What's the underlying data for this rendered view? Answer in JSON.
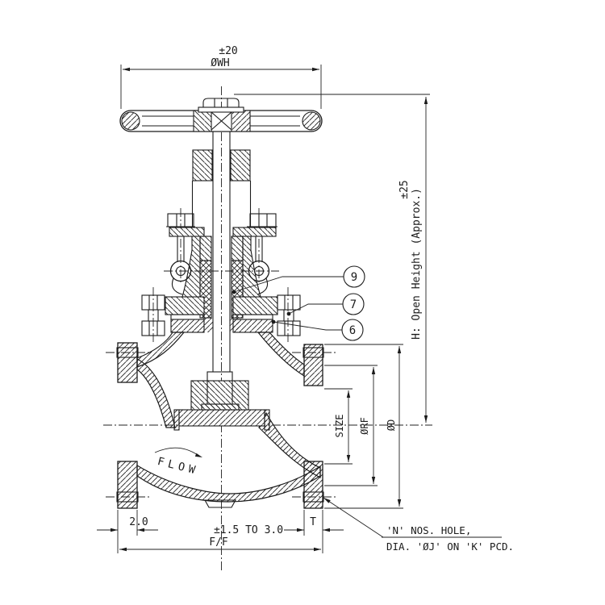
{
  "colors": {
    "line": "#1b1b1b",
    "background": "#ffffff"
  },
  "dimensions": {
    "handwheel_tolerance": "±20",
    "handwheel_dia": "ØWH",
    "height_tolerance": "±25",
    "open_height": "H: Open Height (Approx.)",
    "size": "SIZE",
    "raised_face_dia": "ØRF",
    "flange_od": "ØD",
    "flange_edge": "2.0",
    "ff_tolerance": "±1.5 TO 3.0",
    "flange_thickness": "T",
    "face_to_face": "F/F"
  },
  "note": {
    "line1": "'N' NOS. HOLE,",
    "line2": "DIA. 'ØJ' ON 'K' PCD."
  },
  "flow_label": "FLOW",
  "balloons": [
    {
      "id": "9"
    },
    {
      "id": "7"
    },
    {
      "id": "6"
    }
  ]
}
